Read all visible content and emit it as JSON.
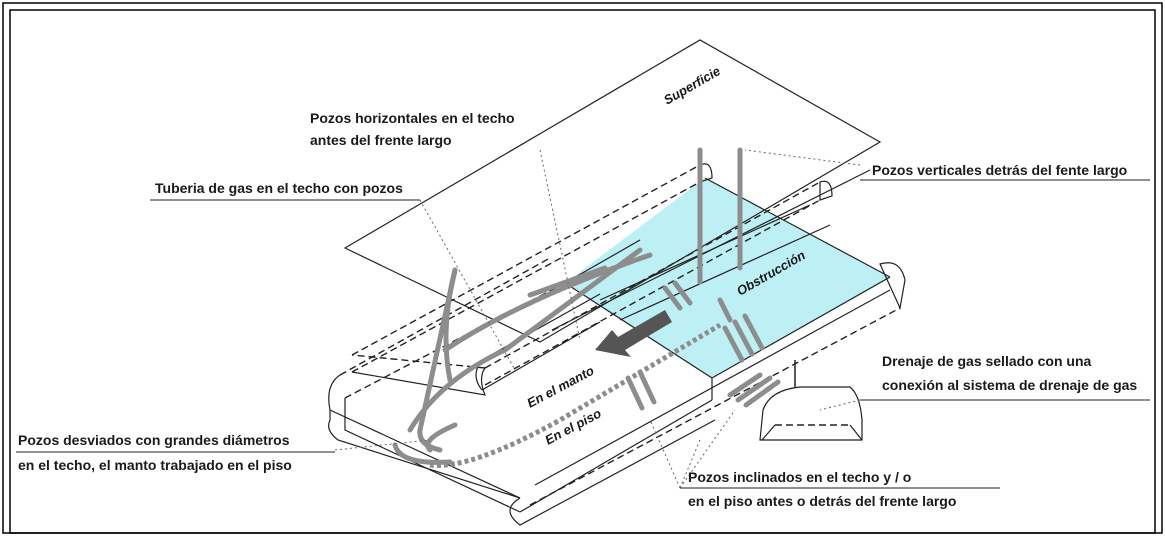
{
  "labels": {
    "superficie": "Superficie",
    "pozos_horizontales_1": "Pozos horizontales en el techo",
    "pozos_horizontales_2": "antes del frente largo",
    "pozos_verticales": "Pozos verticales detrás del fente largo",
    "tuberia": "Tuberia de gas en el techo con pozos",
    "obstruccion": "Obstrucción",
    "drenaje_1": "Drenaje de gas sellado con una",
    "drenaje_2": "conexión al sistema de drenaje de gas",
    "en_el_manto": "En el manto",
    "en_el_piso": "En el piso",
    "pozos_desviados_1": "Pozos desviados con grandes diámetros",
    "pozos_desviados_2": "en el techo, el manto trabajado en el piso",
    "pozos_inclinados_1": "Pozos inclinados en el techo y / o",
    "pozos_inclinados_2": "en el piso antes o detrás del frente largo"
  },
  "colors": {
    "obstruction_fill": "#bdf0f4",
    "pipe": "#8d8d8d",
    "arrow": "#555555",
    "frame": "#000000"
  }
}
